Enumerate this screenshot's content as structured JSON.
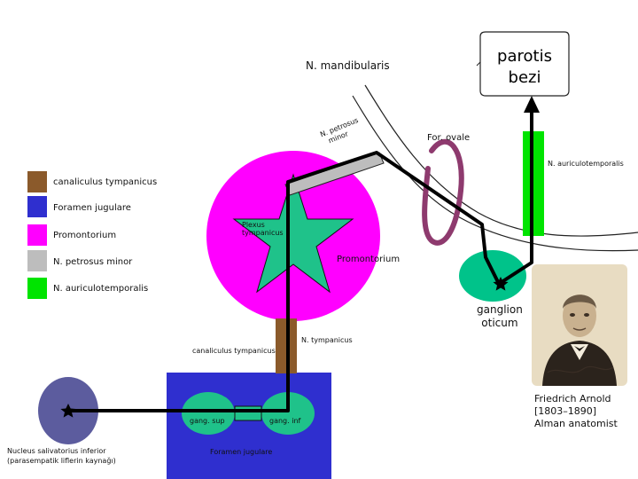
{
  "legend": [
    {
      "label": "canaliculus tympanicus",
      "color": "#8b5a2b"
    },
    {
      "label": "Foramen jugulare",
      "color": "#2f2fcf"
    },
    {
      "label": "Promontorium",
      "color": "#ff00ff"
    },
    {
      "label": "N. petrosus minor",
      "color": "#bdbdbd"
    },
    {
      "label": "N. auriculotemporalis",
      "color": "#00e400"
    }
  ],
  "labels": {
    "mandibularis": "N. mandibularis",
    "parotis_line1": "parotis",
    "parotis_line2": "bezi",
    "for_ovale": "For. ovale",
    "auriculotemporalis": "N. auriculotemporalis",
    "petrosus_line1": "N. petrosus",
    "petrosus_line2": "minor",
    "plexus_line1": "Plexus",
    "plexus_line2": "tympanicus",
    "promontorium": "Promontorium",
    "ganglion_line1": "ganglion",
    "ganglion_line2": "oticum",
    "n_tympanicus": "N. tympanicus",
    "canaliculus": "canaliculus tympanicus",
    "gang_sup": "gang. sup",
    "gang_inf": "gang. inf",
    "foramen_jugulare": "Foramen jugulare",
    "nucleus_line1": "Nucleus salivatorius inferior",
    "nucleus_line2": "(parasempatik liflerin kaynağı)"
  },
  "portrait": {
    "name": "Friedrich Arnold",
    "years": "[1803–1890]",
    "title": "Alman anatomist"
  },
  "colors": {
    "magenta": "#ff00ff",
    "teal": "#1fc28a",
    "blue": "#2f2fcf",
    "brown": "#8b5a2b",
    "green": "#00e400",
    "grey": "#bdbdbd",
    "nucleus": "#5c5c9e",
    "ovale": "#8e3a6e",
    "ganglion": "#00c38a"
  }
}
